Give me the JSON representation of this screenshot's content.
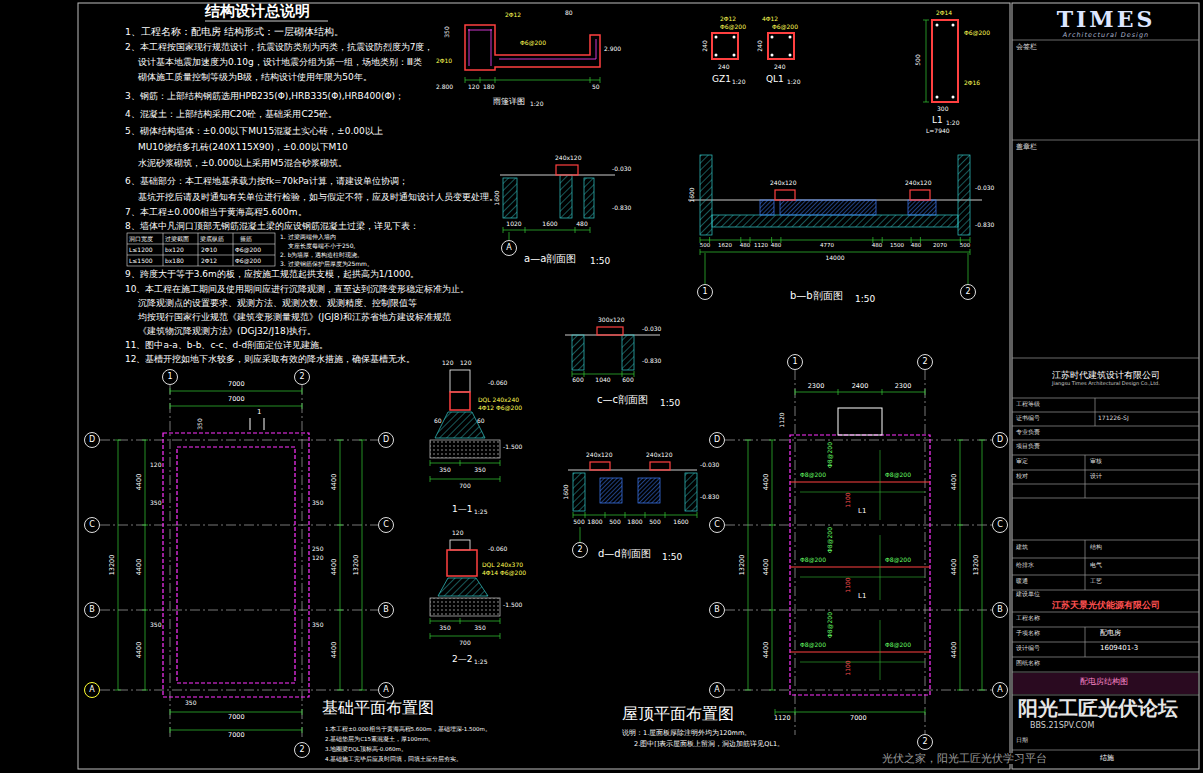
{
  "diagram": {
    "title": "结构设计总说明",
    "nodes": [
      {
        "text": [
          "TIMES",
          "Architectural Design"
        ]
      },
      {
        "text": [
          "江苏时代建筑设计有限公司",
          "Jiangsu Times Architectural Design Co.,Ltd."
        ]
      },
      {
        "text": [
          "江苏天景光伏能源有限公司"
        ]
      },
      {
        "text": [
          "1"
        ]
      },
      {
        "text": [
          "2"
        ]
      },
      {
        "text": [
          "D"
        ]
      },
      {
        "text": [
          "C"
        ]
      },
      {
        "text": [
          "B"
        ]
      },
      {
        "text": [
          "A"
        ]
      },
      {
        "text": [
          "D"
        ]
      },
      {
        "text": [
          "C"
        ]
      },
      {
        "text": [
          "B"
        ]
      },
      {
        "text": [
          "A"
        ]
      },
      {
        "text": [
          "2"
        ]
      },
      {
        "text": [
          "1"
        ]
      },
      {
        "text": [
          "2"
        ]
      },
      {
        "text": [
          "D"
        ]
      },
      {
        "text": [
          "C"
        ]
      },
      {
        "text": [
          "B"
        ]
      },
      {
        "text": [
          "A"
        ]
      },
      {
        "text": [
          "D"
        ]
      },
      {
        "text": [
          "C"
        ]
      },
      {
        "text": [
          "B"
        ]
      },
      {
        "text": [
          "A"
        ]
      },
      {
        "text": [
          "2"
        ]
      },
      {
        "text": [
          "A"
        ]
      },
      {
        "text": [
          "1"
        ]
      },
      {
        "text": [
          "2"
        ]
      },
      {
        "text": [
          "2"
        ]
      }
    ],
    "labels": [
      "1、工程名称：配电房    结构形式：一层砌体结构。",
      "2、本工程按国家现行规范设计，抗震设防类别为丙类，抗震设防烈度为7度，",
      "设计基本地震加速度为0.10g，设计地震分组为第一组，场地类别：Ⅲ类",
      "砌体施工质量控制等级为B级，结构设计使用年限为50年。",
      "3、钢筋：上部结构钢筋选用HPB235(Φ),HRB335(Φ),HRB400(Φ)；",
      "4、混凝土：上部结构采用C20砼，基础采用C25砼。",
      "5、砌体结构墙体：±0.00以下MU15混凝土实心砖，±0.00以上",
      "MU10烧结多孔砖(240X115X90)，±0.00以下M10",
      "水泥砂浆砌筑，±0.000以上采用M5混合砂浆砌筑。",
      "6、基础部分：本工程地基承载力按fk=70kPa计算，请建设单位协调；",
      "基坑开挖后请及时通知有关单位进行检验，如与假定不符，应及时通知设计人员变更处理。",
      "7、本工程±0.000相当于黄海高程5.600m。",
      "8、墙体中凡洞口顶部无钢筋混凝土梁的应设钢筋混凝土过梁，详见下表：",
      "洞口宽度",
      "过梁截面",
      "梁底纵筋",
      "箍筋",
      "L≤1200",
      "bx120",
      "2Φ10",
      "Φ6@200",
      "L≤1500",
      "bx180",
      "2Φ12",
      "Φ6@200",
      "1. 过梁两端伸入墙内",
      "支座长度每端不小于250。",
      "2. b为墙厚，遇构造柱时现浇。",
      "3. 过梁钢筋保护层厚度为25mm。",
      "9、跨度大于等于3.6m的板，应按施工规范起拱支模，起拱高为1/1000。",
      "10、本工程在施工期间及使用期间应进行沉降观测，直至达到沉降变形稳定标准为止。",
      "沉降观测点的设置要求、观测方法、观测次数、观测精度、控制限值等",
      "均按现行国家行业规范《建筑变形测量规范》(JGJ8)和江苏省地方建设标准规范",
      "《建筑物沉降观测方法》(DGJ32/J18)执行。",
      "11、图中a-a、b-b、c-c、d-d剖面定位详见建施。",
      "12、基槽开挖如地下水较多，则应采取有效的降水措施，确保基槽无水。",
      "80",
      "2Φ12",
      "2Φ10",
      "Φ6@200",
      "350",
      "2.800",
      "120",
      "180",
      "2.900",
      "50",
      "雨篷详图",
      "1:20",
      "2Φ12",
      "Φ6@200",
      "240",
      "240",
      "GZ1",
      "1:20",
      "4Φ12",
      "Φ6@200",
      "240",
      "240",
      "QL1",
      "1:20",
      "2Φ14",
      "Φ6@200",
      "2Φ16",
      "500",
      "300",
      "L1",
      "1:20",
      "L=7940",
      "240x120",
      "-0.030",
      "-0.830",
      "1600",
      "1020",
      "1600",
      "480",
      "a—a剖面图",
      "1:50",
      "240x120",
      "240x120",
      "-0.030",
      "-0.830",
      "1600",
      "500",
      "1620",
      "480",
      "1120",
      "480",
      "4770",
      "480",
      "1500",
      "480",
      "2070",
      "500",
      "14000",
      "b—b剖面图",
      "1:50",
      "300x120",
      "-0.030",
      "-0.830",
      "600",
      "1040",
      "600",
      "c—c剖面图",
      "1:50",
      "240x120",
      "240x120",
      "-0.030",
      "-0.830",
      "1600",
      "500",
      "1800",
      "500",
      "1800",
      "500",
      "1600",
      "d—d剖面图",
      "1:50",
      "120",
      "120",
      "-0.060",
      "DQL 240x240",
      "4Φ12 Φ6@200",
      "60",
      "60",
      "-1.500",
      "350",
      "350",
      "700",
      "1—1",
      "1:25",
      "120",
      "-0.060",
      "DQL 240x370",
      "4Φ14 Φ6@200",
      "-1.500",
      "350",
      "350",
      "700",
      "2—2",
      "1:25",
      "7000",
      "7000",
      "350",
      "1",
      "120",
      "350",
      "350",
      "250",
      "120",
      "350",
      "350",
      "4400",
      "4400",
      "4400",
      "13200",
      "4400",
      "4400",
      "4400",
      "13200",
      "350",
      "7000",
      "7000",
      "基础平面布置图",
      "1.本工程±0.000相当于黄海高程5.600m，基础埋深-1.500m。",
      "2.基础垫层为C15素混凝土，厚100mm。",
      "3.地圈梁DQL顶标高-0.060m。",
      "4.基础施工完毕后应及时回填，回填土应分层夯实。",
      "2300",
      "2400",
      "2300",
      "1120",
      "4400",
      "4400",
      "4400",
      "13200",
      "4400",
      "4400",
      "4400",
      "13200",
      "1120",
      "7000",
      "Φ8@200",
      "Φ8@200",
      "Φ8@200",
      "Φ8@200",
      "Φ8@200",
      "Φ8@200",
      "Φ8@200",
      "Φ8@200",
      "Φ8@200",
      "L1",
      "L1",
      "1100",
      "1100",
      "1100",
      "屋顶平面布置图",
      "说明：1.屋面板厚除注明外均为120mm。",
      "2.图中[]表示屋面板上留洞，洞边加筋详见QL1。",
      "会签栏",
      "盖章栏",
      "工程等级",
      "证书编号",
      "171226-SJ",
      "专业负责",
      "项目负责",
      "审定",
      "审核",
      "校对",
      "设计",
      "建筑",
      "结构",
      "给排水",
      "电气",
      "暖通",
      "工艺",
      "建设单位",
      "工程名称",
      "子项名称",
      "配电房",
      "设计编号",
      "1609401-3",
      "图纸名称",
      "配电房结构图",
      "日期",
      "结施",
      "阳光工匠光伏论坛",
      "BBS.21SPV.COM",
      "光伏之家，阳光工匠光伏学习平台"
    ]
  }
}
